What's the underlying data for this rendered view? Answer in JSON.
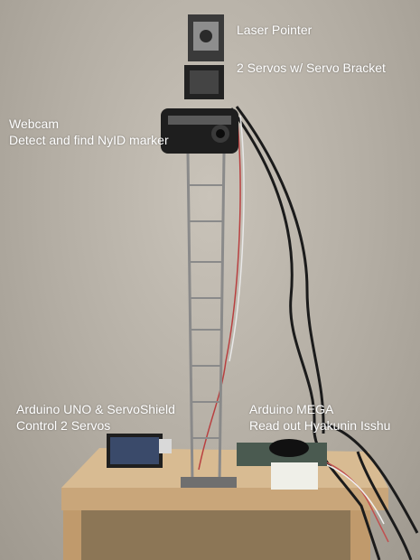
{
  "annotations": {
    "laser_pointer": "Laser Pointer",
    "servos": "2 Servos w/ Servo Bracket",
    "webcam_title": "Webcam",
    "webcam_desc": "Detect and find NyID marker",
    "uno_title": "Arduino UNO & ServoShield",
    "uno_desc": "Control 2 Servos",
    "mega_title": "Arduino MEGA",
    "mega_desc": "Read out Hyakunin Isshu"
  },
  "colors": {
    "wall": "#c2bcb2",
    "table": "#d6b88e",
    "cable": "#1a1a1a",
    "tower": "#8e8e8e",
    "label_text": "#ffffff"
  }
}
